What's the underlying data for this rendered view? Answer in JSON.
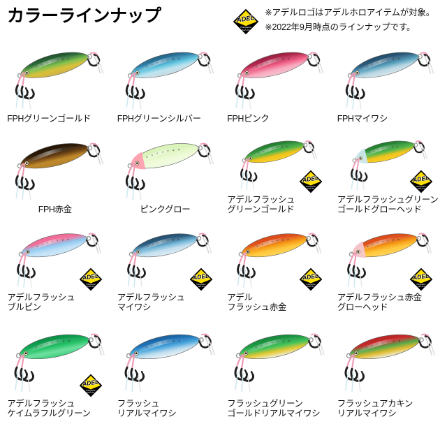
{
  "header": {
    "title": "カラーラインナップ",
    "badge_icon": "adel-logo-icon",
    "badge_text": "ADEL",
    "notes": [
      "※アデルロゴはアデルホロアイテムが対象。",
      "※2022年9月時点のラインナップです。"
    ]
  },
  "colors": {
    "badge_yellow": "#FFE000",
    "badge_black": "#000000",
    "text": "#111111",
    "background": "#ffffff"
  },
  "lineup": {
    "rows": [
      {
        "items": [
          {
            "label": "FPHグリーンゴールド",
            "label_align": "left",
            "adel_badge": false,
            "body_colors": [
              "#2f6e3a",
              "#7fbf4d",
              "#d9c13a",
              "#8a6a20"
            ],
            "back_color": "#1e4d2b",
            "belly_color": "#cdb24a",
            "style": "holo-green-gold"
          },
          {
            "label": "FPHグリーンシルバー",
            "label_align": "left",
            "adel_badge": false,
            "body_colors": [
              "#2f7ea8",
              "#5fc3de",
              "#bfe4ef",
              "#8fa8b4"
            ],
            "back_color": "#23607f",
            "belly_color": "#c8dbe3",
            "style": "holo-green-silver"
          },
          {
            "label": "FPHピンク",
            "label_align": "left",
            "adel_badge": false,
            "body_colors": [
              "#b3294f",
              "#ef5f86",
              "#f8a9bf",
              "#d98aa0"
            ],
            "back_color": "#95203f",
            "belly_color": "#f3c3d0",
            "style": "holo-pink"
          },
          {
            "label": "FPHマイワシ",
            "label_align": "left",
            "adel_badge": false,
            "body_colors": [
              "#2d5d7e",
              "#58a0bd",
              "#b9d7e3",
              "#9ab0ba"
            ],
            "back_color": "#1f4a66",
            "belly_color": "#d6e5ec",
            "style": "holo-maiwashi"
          }
        ]
      },
      {
        "items": [
          {
            "label": "FPH赤金",
            "label_align": "center",
            "adel_badge": false,
            "body_colors": [
              "#2b1a08",
              "#6e4416",
              "#c08a2c",
              "#8a5c1b"
            ],
            "back_color": "#241405",
            "belly_color": "#b4822b",
            "style": "holo-akakin"
          },
          {
            "label": "ピンクグロー",
            "label_align": "center",
            "adel_badge": false,
            "body_colors": [
              "#d9f3b8",
              "#e7f8cc",
              "#f0fbdc",
              "#cfe9a8"
            ],
            "back_color": "#dcf4bd",
            "belly_color": "#eefadf",
            "head_color": "#ff9fb0",
            "style": "pink-glow"
          },
          {
            "label": "アデルフラッシュ\nグリーンゴールド",
            "label_align": "left",
            "adel_badge": true,
            "body_colors": [
              "#2f8f3a",
              "#56b84a",
              "#f3c41c",
              "#e0a911"
            ],
            "back_color": "#1f7a2c",
            "belly_color": "#f6cf2a",
            "style": "adel-green-gold"
          },
          {
            "label": "アデルフラッシュグリーン\nゴールドグローヘッド",
            "label_align": "left",
            "adel_badge": true,
            "body_colors": [
              "#2f8f3a",
              "#56b84a",
              "#f3c41c",
              "#e0a911"
            ],
            "back_color": "#1f7a2c",
            "belly_color": "#f6cf2a",
            "head_color": "#cfe9ee",
            "style": "adel-green-gold-glowhead"
          }
        ]
      },
      {
        "items": [
          {
            "label": "アデルフラッシュ\nブルピン",
            "label_align": "left",
            "adel_badge": true,
            "body_colors": [
              "#ef6f9a",
              "#8fc8ef",
              "#bfe0f7",
              "#dff0fb"
            ],
            "back_color": "#f06b97",
            "belly_color": "#cfe8f9",
            "style": "adel-blue-pink"
          },
          {
            "label": "アデルフラッシュ\nマイワシ",
            "label_align": "left",
            "adel_badge": true,
            "body_colors": [
              "#2c5d80",
              "#6fb3d6",
              "#c4dfee",
              "#e3f0f7"
            ],
            "back_color": "#244e6e",
            "belly_color": "#dcecf5",
            "style": "adel-maiwashi"
          },
          {
            "label": "アデル\nフラッシュ赤金",
            "label_align": "left",
            "adel_badge": true,
            "body_colors": [
              "#e0531d",
              "#f59a16",
              "#ffc83d",
              "#f2b427"
            ],
            "back_color": "#d9481a",
            "belly_color": "#ffd35c",
            "style": "adel-akakin"
          },
          {
            "label": "アデルフラッシュ赤金\nグローヘッド",
            "label_align": "left",
            "adel_badge": true,
            "body_colors": [
              "#e0531d",
              "#f59a16",
              "#ffc83d",
              "#f2b427"
            ],
            "back_color": "#d9481a",
            "belly_color": "#ffd35c",
            "head_color": "#f6c8cf",
            "style": "adel-akakin-glowhead"
          }
        ]
      },
      {
        "items": [
          {
            "label": "アデルフラッシュ\nケイムラフルグリーン",
            "label_align": "left",
            "adel_badge": true,
            "body_colors": [
              "#10a050",
              "#29c46a",
              "#6fe0a0",
              "#14a857"
            ],
            "back_color": "#0c8b44",
            "belly_color": "#3fce7e",
            "style": "adel-keimura-green"
          },
          {
            "label": "フラッシュ\nリアルマイワシ",
            "label_align": "left",
            "adel_badge": false,
            "body_colors": [
              "#1f74b8",
              "#4aa7dd",
              "#bcdcee",
              "#e8f2f8"
            ],
            "back_color": "#1a5f9c",
            "belly_color": "#eef5fa",
            "style": "flash-real-maiwashi"
          },
          {
            "label": "フラッシュグリーン\nゴールドリアルマイワシ",
            "label_align": "left",
            "adel_badge": false,
            "body_colors": [
              "#1d9a43",
              "#46c45c",
              "#e3c832",
              "#f0e6a8"
            ],
            "back_color": "#17853a",
            "belly_color": "#f2f0d6",
            "style": "flash-green-gold-real-maiwashi"
          },
          {
            "label": "フラッシュアカキン\nリアルマイワシ",
            "label_align": "left",
            "adel_badge": false,
            "body_colors": [
              "#c62b2b",
              "#56a84c",
              "#e0bb2e",
              "#efe6bb"
            ],
            "back_color": "#b82424",
            "belly_color": "#f3efdb",
            "style": "flash-akakin-real-maiwashi"
          }
        ]
      }
    ]
  }
}
